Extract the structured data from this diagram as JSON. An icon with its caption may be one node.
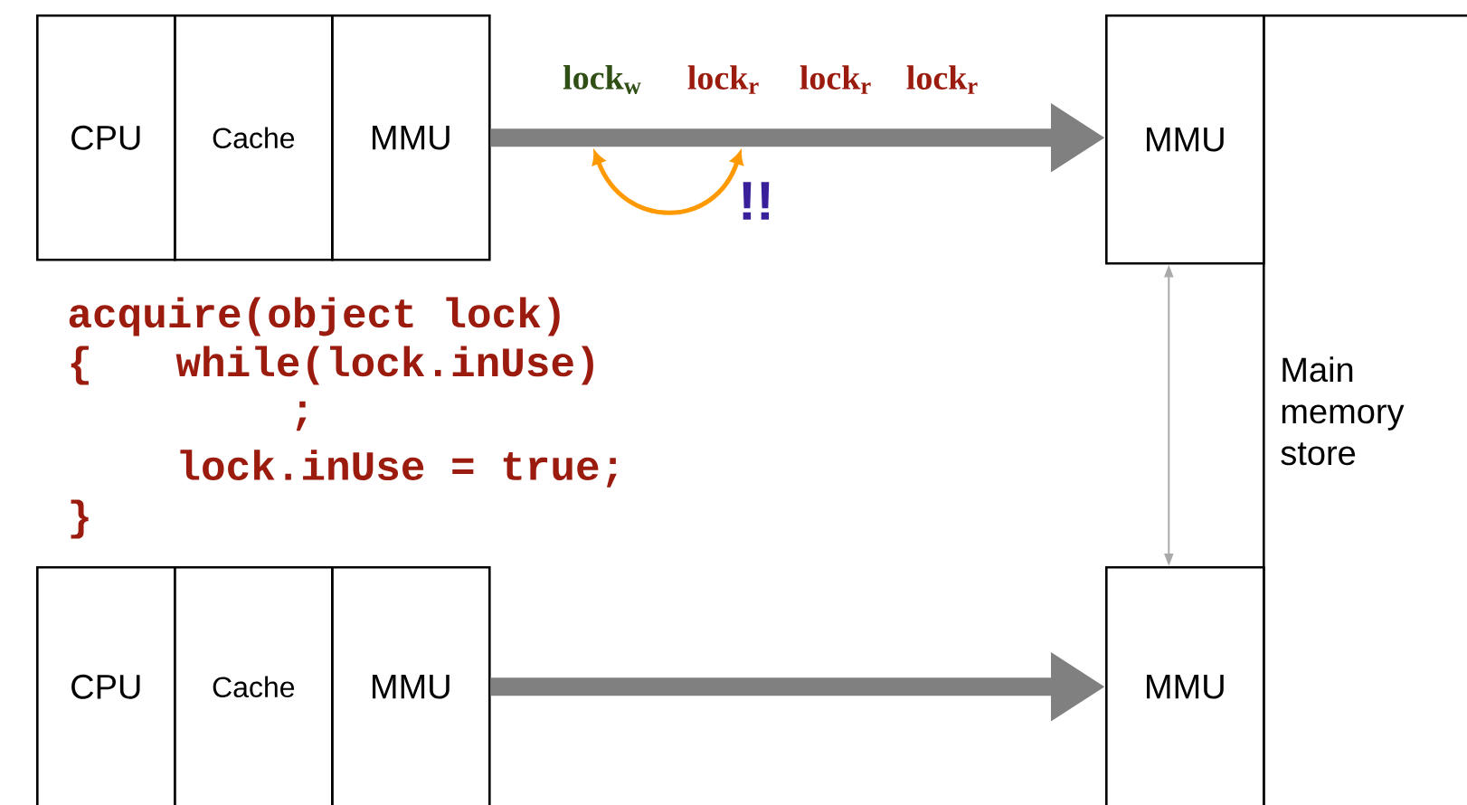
{
  "diagram": {
    "nodes": [
      {
        "text": [
          "CPU"
        ]
      },
      {
        "text": [
          "Cache"
        ]
      },
      {
        "text": [
          "MMU"
        ]
      },
      {
        "text": [
          "MMU"
        ]
      },
      {
        "text": [
          "Main memory store"
        ]
      },
      {
        "text": [
          "CPU"
        ]
      },
      {
        "text": [
          "Cache"
        ]
      },
      {
        "text": [
          "MMU"
        ]
      },
      {
        "text": [
          "MMU"
        ]
      }
    ],
    "edges": [
      {
        "from": 2,
        "to": 3,
        "arrow": "to"
      },
      {
        "from": 7,
        "to": 8,
        "arrow": "to"
      },
      {
        "from": 3,
        "to": 8,
        "arrow": "both",
        "color": "#aaaaaa"
      }
    ],
    "labels": [
      "lock$_{w}$",
      "lock$_{r}$",
      "lock$_{r}$",
      "lock$_{r}$",
      "!!",
      "acquire(object lock)",
      "{",
      "while(lock.inUse)",
      ";",
      "lock.inUse = true;",
      "}"
    ]
  }
}
